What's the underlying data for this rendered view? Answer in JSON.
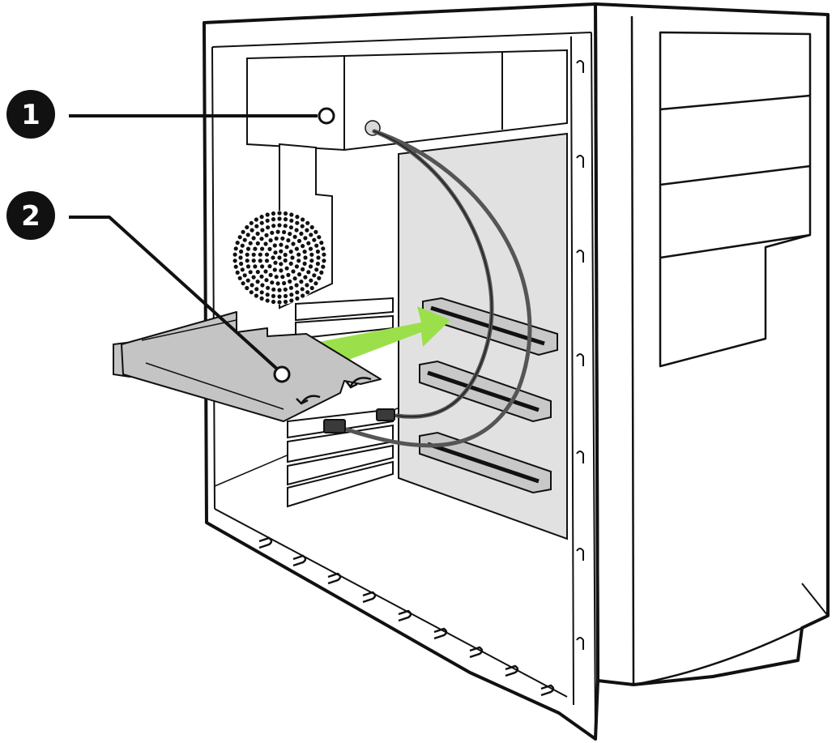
{
  "diagram": {
    "callouts": [
      {
        "id": 1,
        "label": "1",
        "target": "power-supply-connector"
      },
      {
        "id": 2,
        "label": "2",
        "target": "expansion-card"
      }
    ],
    "colors": {
      "line": "#111111",
      "case_face": "#ffffff",
      "motherboard": "#e1e1e1",
      "card": "#c4c4c4",
      "arrow": "#9be04b",
      "callout_fill": "#111111"
    }
  }
}
